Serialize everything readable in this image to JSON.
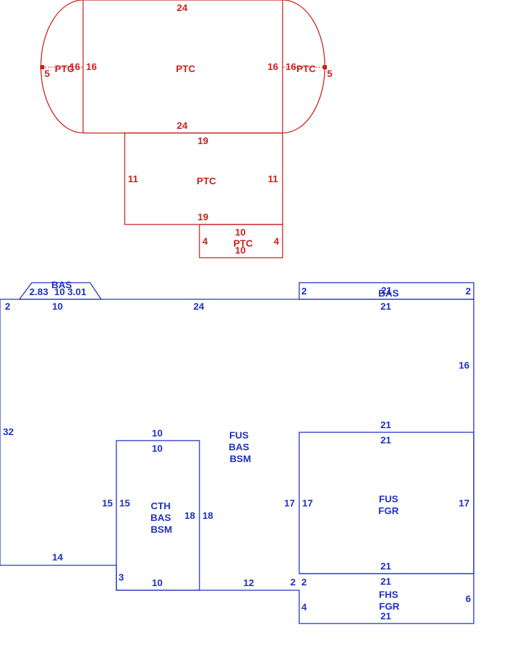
{
  "colors": {
    "porch": "#cc1f1f",
    "house": "#1f2fc4"
  },
  "patio": {
    "area_code": "PTC",
    "main_top": "24",
    "main_bottom": "24",
    "main_left": "16",
    "main_right": "16",
    "left_arc_side": "16",
    "right_arc_side": "16",
    "left_radius": "5",
    "right_radius": "5",
    "mid_top": "19",
    "mid_bottom": "19",
    "mid_left": "11",
    "mid_right": "11",
    "small_top": "10",
    "small_bottom": "10",
    "small_left": "4",
    "small_right": "4"
  },
  "house": {
    "bay_code": "BAS",
    "bay_left_side": "2.83",
    "bay_center": "10",
    "bay_right_side": "3.01",
    "right_bump_code": "BAS",
    "right_bump_top": "21",
    "right_bump_left": "2",
    "right_bump_right": "2",
    "top_left_short": "2",
    "top_under_bay": "10",
    "top_main": "24",
    "top_right": "21",
    "left_side": "32",
    "right_upper": "16",
    "bottom_left": "14",
    "bottom_mid": "12",
    "step_3": "3",
    "step_2": "2",
    "main_codes": [
      "FUS",
      "BAS",
      "BSM"
    ],
    "cth_codes": [
      "CTH",
      "BAS",
      "BSM"
    ],
    "cth_top_outer": "10",
    "cth_top_inner": "10",
    "cth_bottom": "10",
    "cth_left_outer": "15",
    "cth_left_inner": "15",
    "cth_right_inner": "18",
    "cth_right_outer": "18",
    "garage_codes": [
      "FUS",
      "FGR"
    ],
    "garage_top_outer": "21",
    "garage_top_inner": "21",
    "garage_bottom": "21",
    "garage_left_outer": "17",
    "garage_left_inner": "17",
    "garage_right": "17",
    "fhs_codes": [
      "FHS",
      "FGR"
    ],
    "fhs_top": "21",
    "fhs_bottom": "21",
    "fhs_left_upper": "2",
    "fhs_left": "4",
    "fhs_right": "6"
  }
}
